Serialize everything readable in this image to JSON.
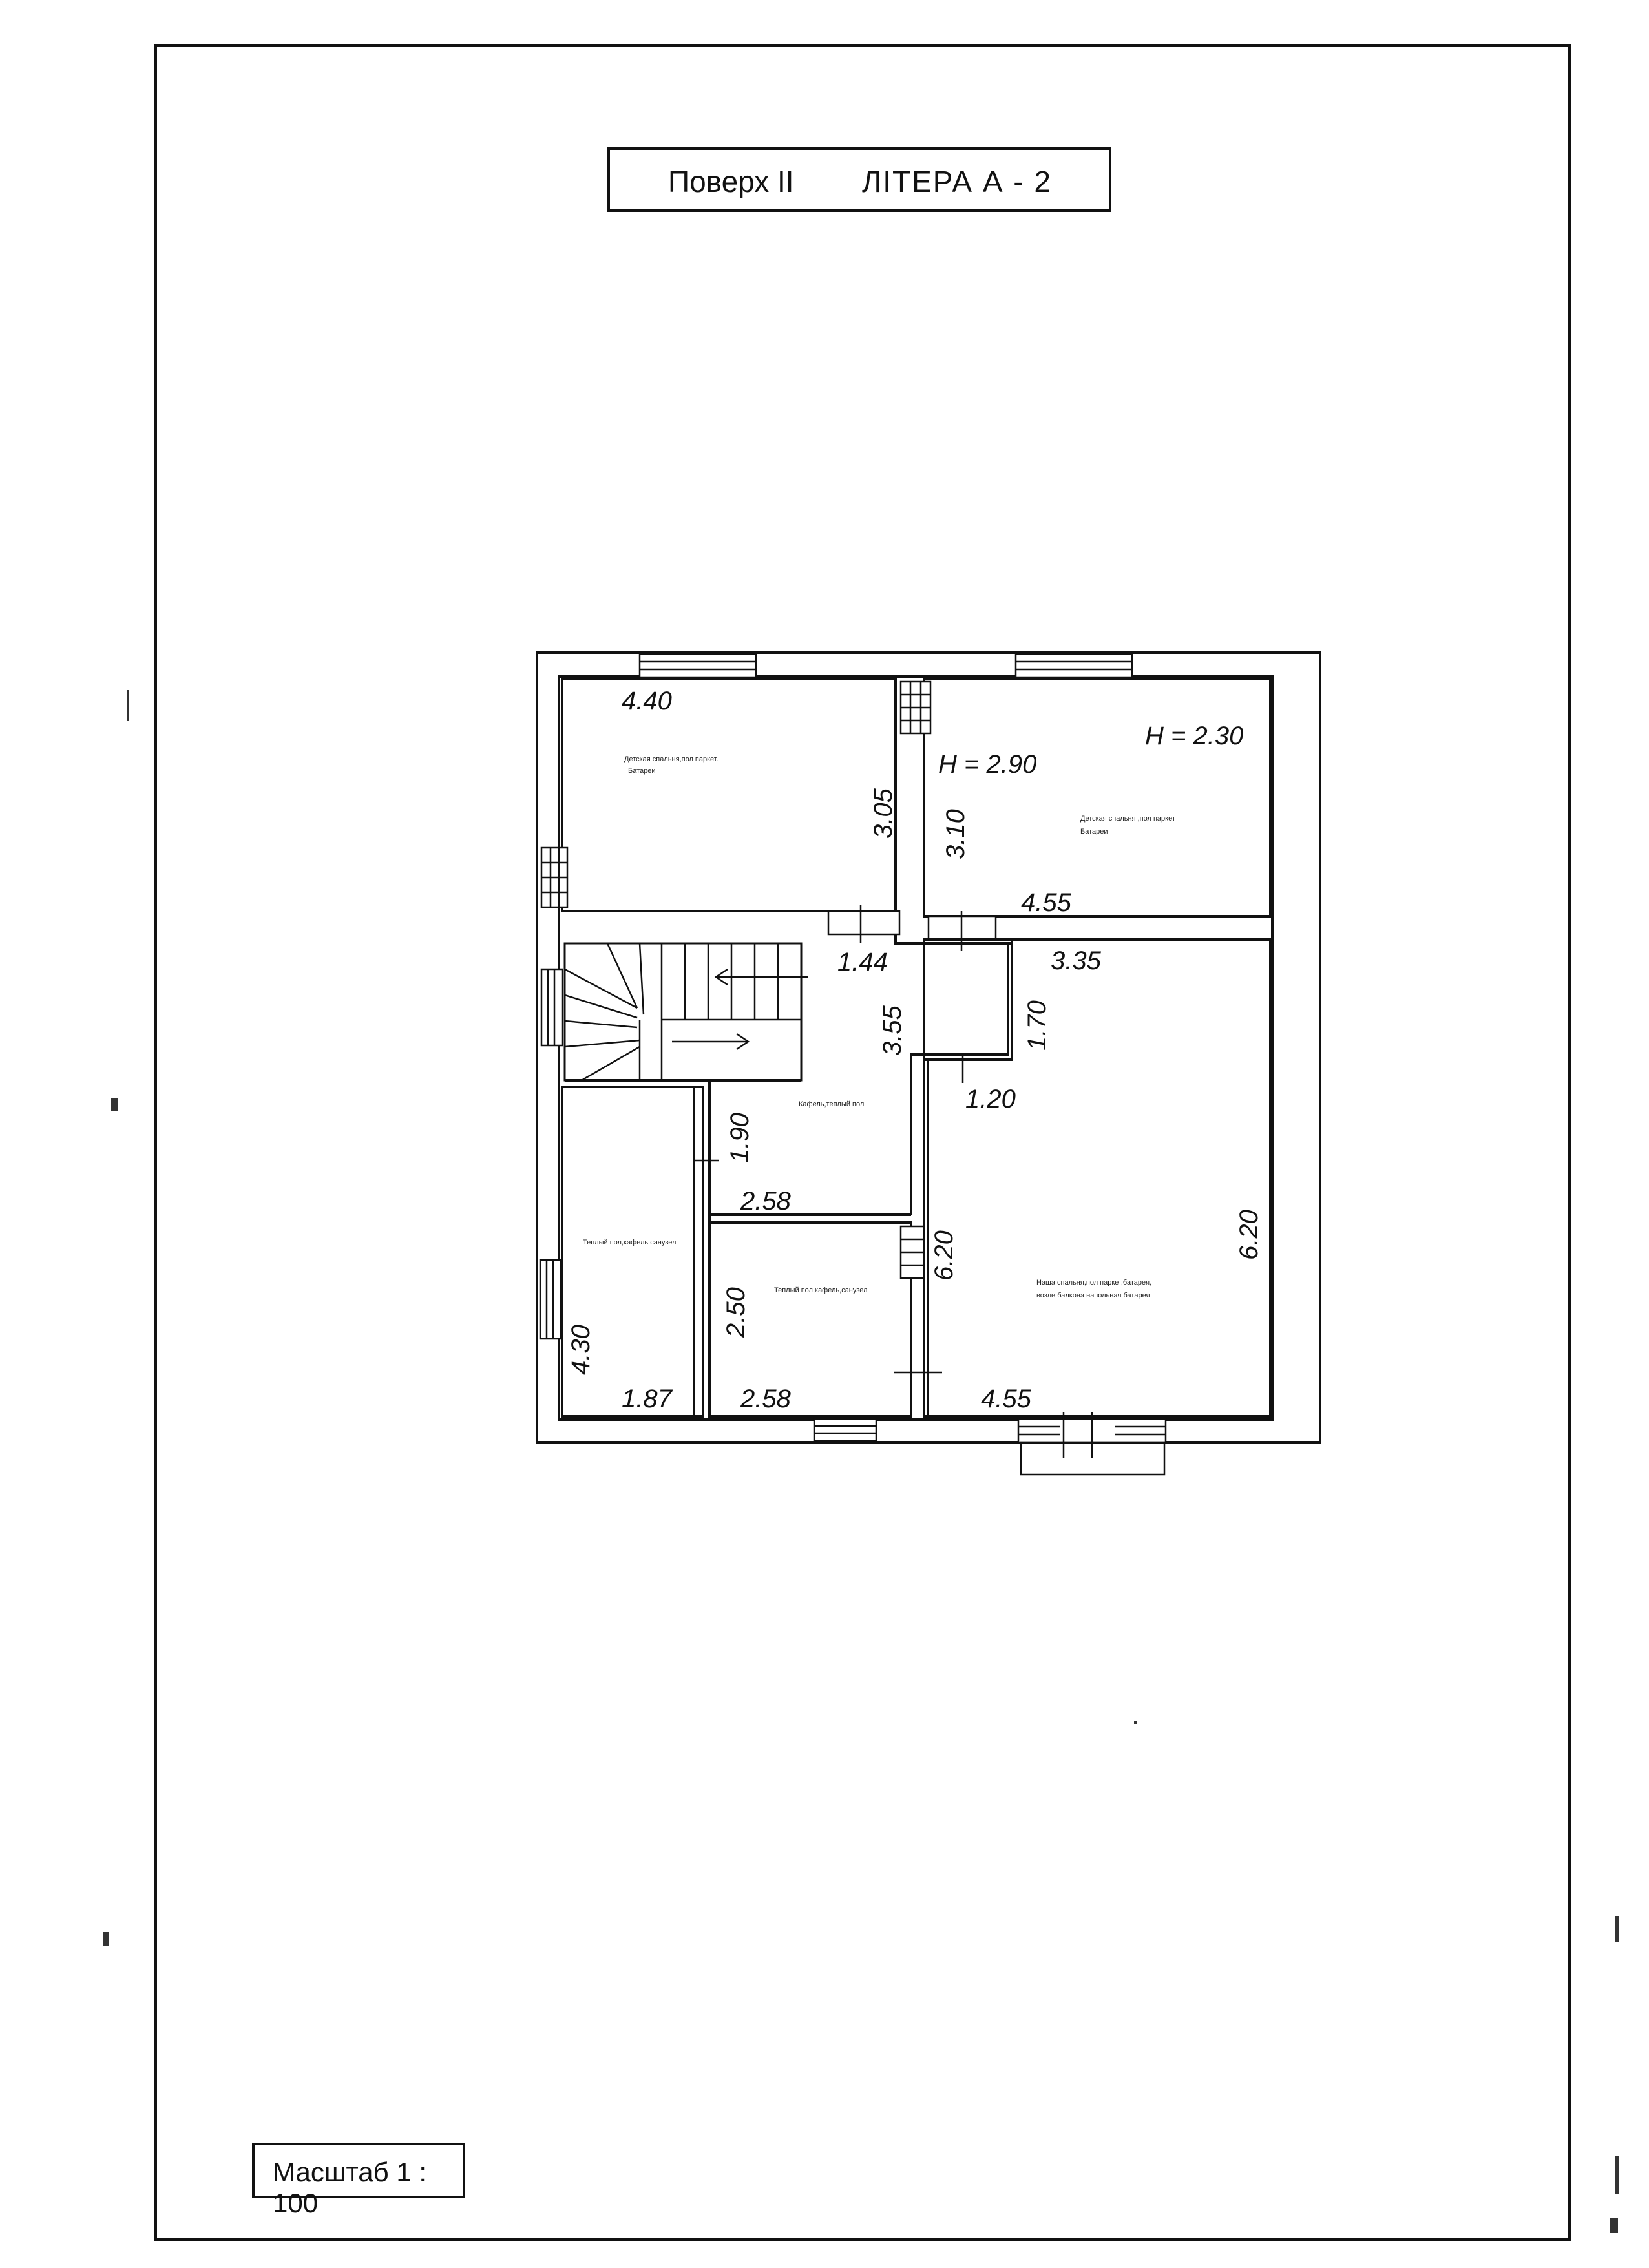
{
  "header": {
    "floor": "Поверх  II",
    "letter": "ЛІТЕРА  А - 2"
  },
  "footer": {
    "scale": "Масштаб  1 : 100"
  },
  "plan": {
    "heights": {
      "left": "H =  2.90",
      "right": "H =  2.30"
    },
    "dimensions": {
      "room1_width": "4.40",
      "room1_height": "3.05",
      "room2_height": "3.10",
      "room2_width": "4.55",
      "hall_width": "1.44",
      "hall_height": "3.55",
      "corridor_width": "3.35",
      "corridor_height": "1.70",
      "corridor_opening": "1.20",
      "kitchen_height": "1.90",
      "kitchen_width": "2.58",
      "bath1_height": "4.30",
      "bath1_width": "1.87",
      "bath2_height": "2.50",
      "bath2_width": "2.58",
      "hall2_height": "6.20",
      "room3_height": "6.20",
      "room3_width": "4.55"
    },
    "notes": {
      "room1": [
        "Детская спальня,пол паркет.",
        "Батареи"
      ],
      "room2": [
        "Детская спальня ,пол паркет",
        "Батареи"
      ],
      "kitchen": [
        "Кафель,теплый пол"
      ],
      "bath1": [
        "Теплый пол,кафель санузел"
      ],
      "bath2": [
        "Теплый пол,кафель,санузел"
      ],
      "room3": [
        "Наша спальня,пол паркет,батарея,",
        "возле балкона напольная батарея"
      ]
    }
  }
}
